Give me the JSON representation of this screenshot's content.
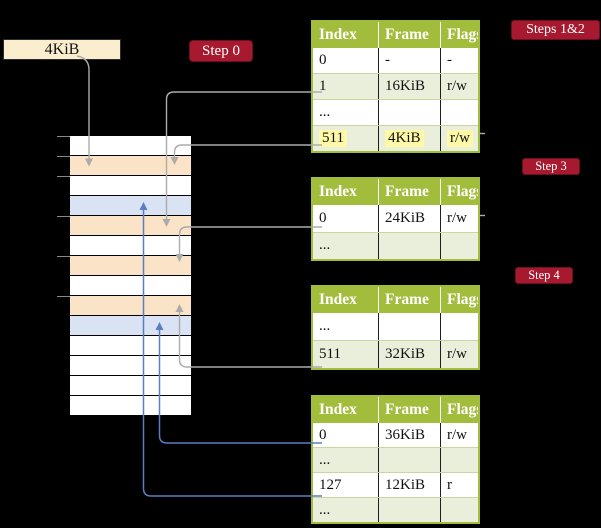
{
  "legend": {
    "label": "4KiB"
  },
  "steps": [
    {
      "label": "Step 0"
    },
    {
      "label": "Steps 1&2"
    },
    {
      "label": "Step 3"
    },
    {
      "label": "Step 4"
    }
  ],
  "page_tables": [
    {
      "name": "page-table-steps-1-2",
      "headers": [
        "Index",
        "Frame",
        "Flags"
      ],
      "rows": [
        {
          "cells": [
            "0",
            "-",
            "-"
          ],
          "shaded": false,
          "highlight": false
        },
        {
          "cells": [
            "1",
            "16KiB",
            "r/w"
          ],
          "shaded": true,
          "highlight": false
        },
        {
          "cells": [
            "...",
            "",
            ""
          ],
          "shaded": false,
          "highlight": false
        },
        {
          "cells": [
            "511",
            "4KiB",
            "r/w"
          ],
          "shaded": true,
          "highlight": true
        }
      ]
    },
    {
      "name": "page-table-step-3",
      "headers": [
        "Index",
        "Frame",
        "Flags"
      ],
      "rows": [
        {
          "cells": [
            "0",
            "24KiB",
            "r/w"
          ],
          "shaded": false,
          "highlight": false
        },
        {
          "cells": [
            "...",
            "",
            ""
          ],
          "shaded": true,
          "highlight": false
        }
      ]
    },
    {
      "name": "page-table-step-4",
      "headers": [
        "Index",
        "Frame",
        "Flags"
      ],
      "rows": [
        {
          "cells": [
            "...",
            "",
            ""
          ],
          "shaded": false,
          "highlight": false
        },
        {
          "cells": [
            "511",
            "32KiB",
            "r/w"
          ],
          "shaded": true,
          "highlight": false
        }
      ]
    },
    {
      "name": "page-table-final",
      "headers": [
        "Index",
        "Frame",
        "Flags"
      ],
      "rows": [
        {
          "cells": [
            "0",
            "36KiB",
            "r/w"
          ],
          "shaded": false,
          "highlight": false
        },
        {
          "cells": [
            "...",
            "",
            ""
          ],
          "shaded": true,
          "highlight": false
        },
        {
          "cells": [
            "127",
            "12KiB",
            "r"
          ],
          "shaded": false,
          "highlight": false
        },
        {
          "cells": [
            "...",
            "",
            ""
          ],
          "shaded": true,
          "highlight": false
        }
      ]
    }
  ],
  "memory": {
    "rows": [
      "white",
      "orange",
      "white",
      "blue",
      "orange",
      "white",
      "orange",
      "white",
      "orange",
      "blue",
      "white",
      "white",
      "white",
      "white"
    ],
    "tick_y": [
      135.5,
      155.5,
      175.5,
      215.5,
      255.5,
      295.5
    ]
  },
  "colors": {
    "header_green": "#A2BC3B",
    "row_green": "#EAEFDC",
    "row_white": "#FFFFFF",
    "orange": "#FBE3C7",
    "blue": "#DAE3F3",
    "cream": "#FBEECF",
    "crimson": "#A6192E",
    "highlight_yellow": "#FEF9A6",
    "gray_arrow": "#ABABAB",
    "blue_arrow": "#5B7EC0"
  }
}
